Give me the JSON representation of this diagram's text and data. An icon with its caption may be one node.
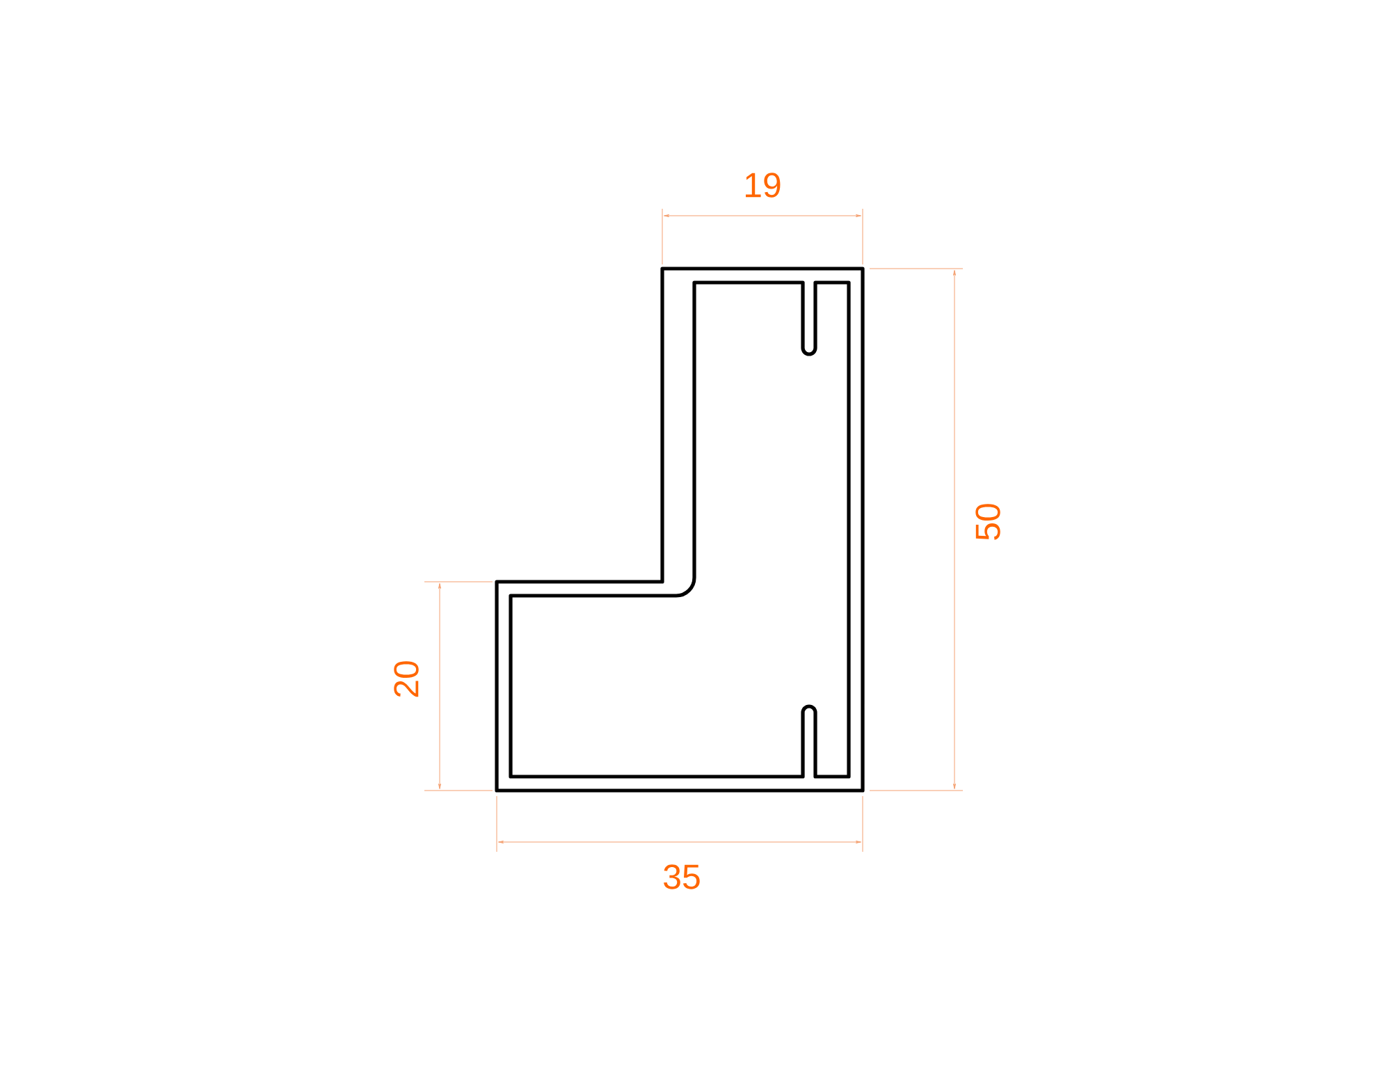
{
  "diagram": {
    "labels": [
      "19",
      "50",
      "20",
      "35"
    ]
  }
}
